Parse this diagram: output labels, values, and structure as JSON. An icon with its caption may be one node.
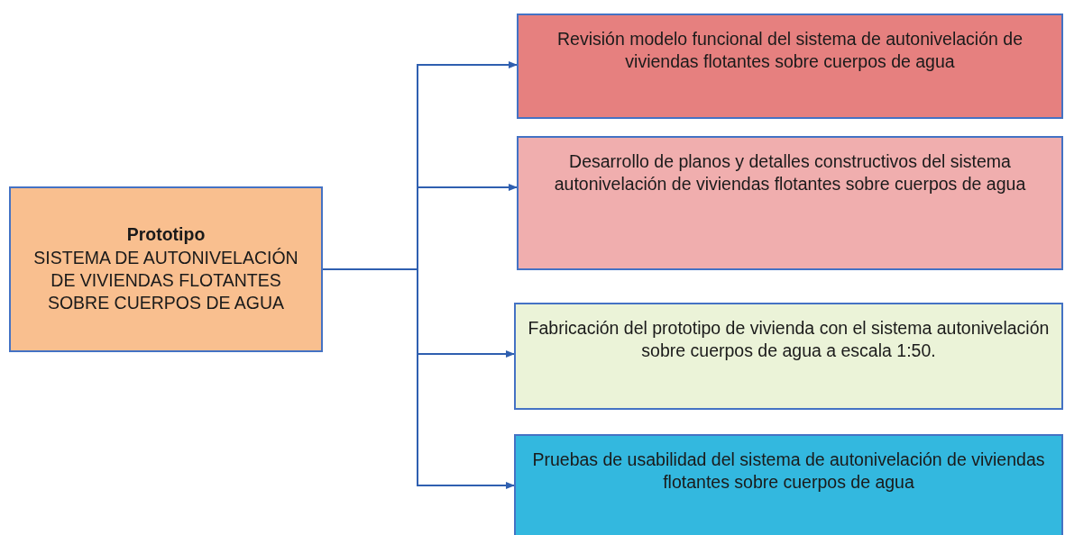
{
  "diagram": {
    "nodes": [
      {
        "text": [
          "Prototipo",
          "SISTEMA DE AUTONIVELACIÓN DE VIVIENDAS FLOTANTES SOBRE CUERPOS DE AGUA"
        ]
      },
      {
        "text": [
          "Revisión modelo funcional del sistema de autonivelación de viviendas flotantes sobre cuerpos de agua"
        ]
      },
      {
        "text": [
          "Desarrollo de planos y detalles constructivos del sistema autonivelación de viviendas flotantes sobre cuerpos de agua"
        ]
      },
      {
        "text": [
          "Fabricación del prototipo de vivienda con el sistema autonivelación sobre cuerpos de agua a escala  1:50."
        ]
      },
      {
        "text": [
          "Pruebas de usabilidad  del sistema de autonivelación de viviendas flotantes sobre cuerpos de agua"
        ]
      }
    ],
    "edges": [
      {
        "from": 0,
        "to": 1,
        "arrow": "to"
      },
      {
        "from": 0,
        "to": 2,
        "arrow": "to"
      },
      {
        "from": 0,
        "to": 3,
        "arrow": "to"
      },
      {
        "from": 0,
        "to": 4,
        "arrow": "to"
      }
    ]
  }
}
